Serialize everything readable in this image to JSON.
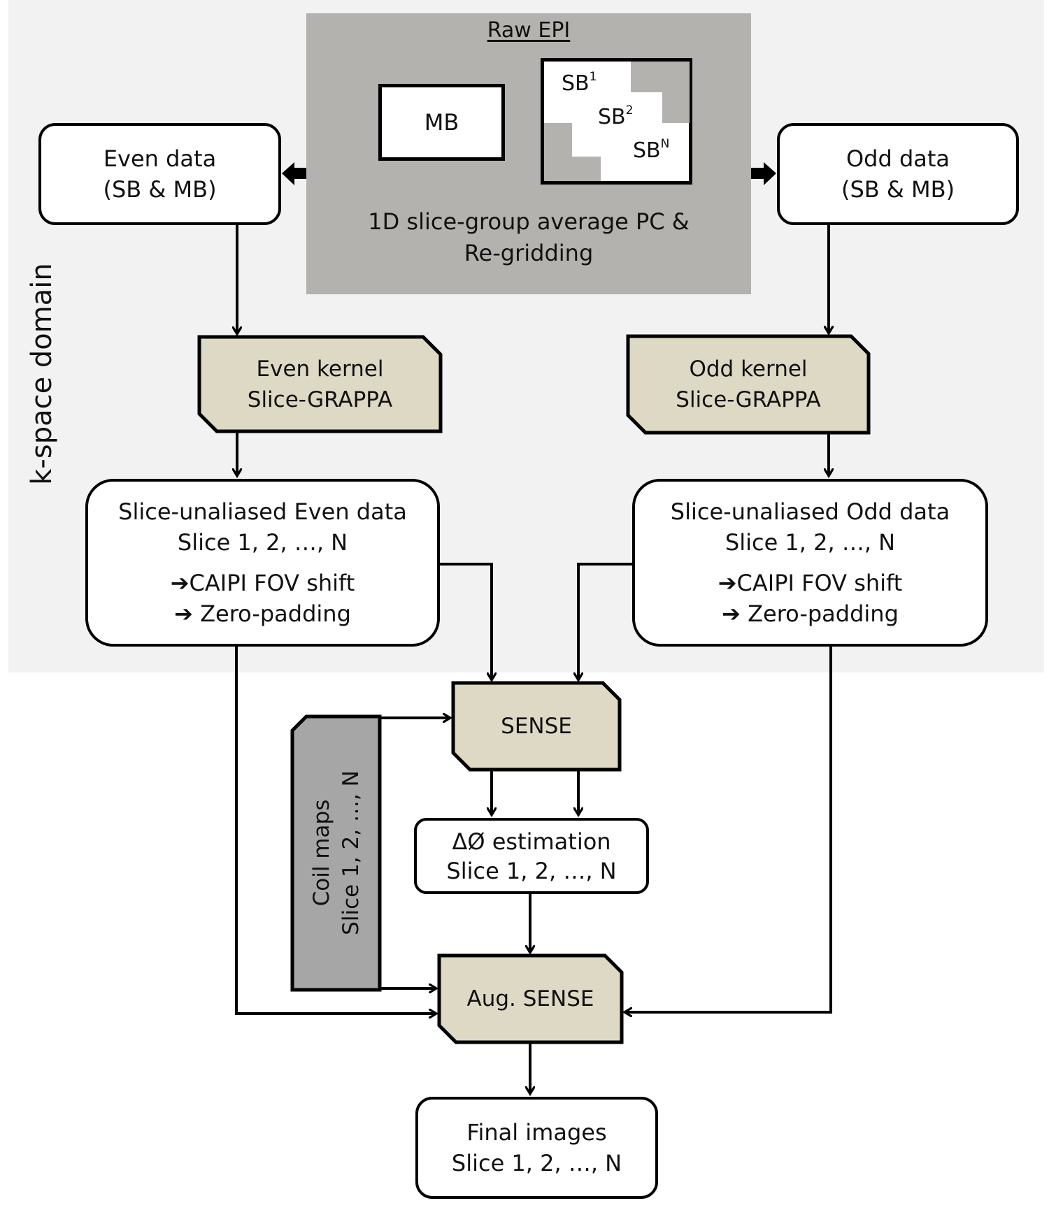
{
  "diagram": {
    "region_label": "k-space domain",
    "raw_epi": {
      "title": "Raw EPI",
      "mb_label": "MB",
      "sb_labels": [
        {
          "base": "SB",
          "sup": "1"
        },
        {
          "base": "SB",
          "sup": "2"
        },
        {
          "base": "SB",
          "sup": "N"
        }
      ],
      "caption_lines": [
        "1D slice-group average PC &",
        "Re-gridding"
      ]
    },
    "even_data": {
      "lines": [
        "Even data",
        "(SB & MB)"
      ]
    },
    "odd_data": {
      "lines": [
        "Odd data",
        "(SB & MB)"
      ]
    },
    "even_kernel": {
      "lines": [
        "Even kernel",
        "Slice-GRAPPA"
      ]
    },
    "odd_kernel": {
      "lines": [
        "Odd kernel",
        "Slice-GRAPPA"
      ]
    },
    "even_unaliased": {
      "lines": [
        "Slice-unaliased Even data",
        "Slice 1, 2, …, N"
      ],
      "steps": [
        {
          "arrow": "➔",
          "text": "CAIPI FOV shift"
        },
        {
          "arrow": "➔",
          "text": " Zero-padding"
        }
      ]
    },
    "odd_unaliased": {
      "lines": [
        "Slice-unaliased Odd data",
        "Slice 1, 2, …, N"
      ],
      "steps": [
        {
          "arrow": "➔",
          "text": "CAIPI FOV shift"
        },
        {
          "arrow": "➔",
          "text": " Zero-padding"
        }
      ]
    },
    "sense": {
      "label": "SENSE"
    },
    "coil_maps": {
      "lines": [
        "Coil maps",
        "Slice 1, 2, …, N"
      ]
    },
    "phase_estimation": {
      "lines": [
        "ΔØ estimation",
        "Slice 1, 2, …, N"
      ]
    },
    "aug_sense": {
      "label": "Aug. SENSE"
    },
    "final_images": {
      "lines": [
        "Final images",
        "Slice 1, 2, …, N"
      ]
    }
  },
  "colors": {
    "kspace_background": "#f2f2f2",
    "raw_epi_panel": "#b3b2ae",
    "process_box_fill": "#ddd9c4",
    "coil_maps_fill": "#a6a6a6",
    "stroke": "#000000"
  }
}
